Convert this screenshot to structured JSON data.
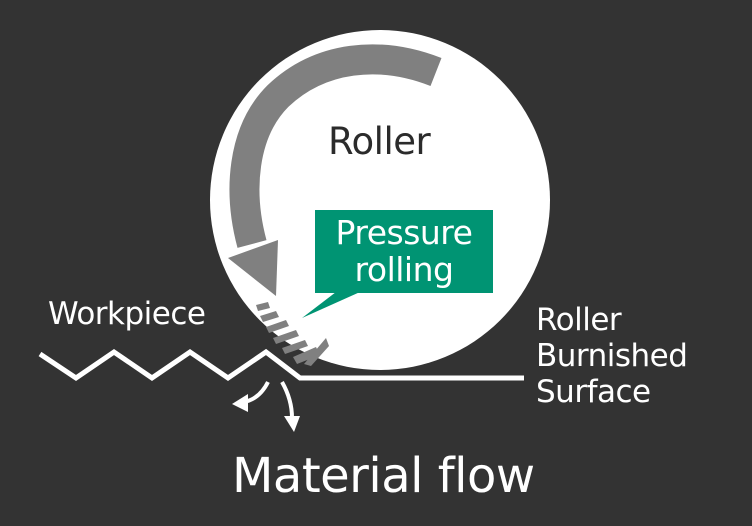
{
  "labels": {
    "roller": "Roller",
    "pressure_line1": "Pressure",
    "pressure_line2": "rolling",
    "workpiece": "Workpiece",
    "surface_line1": "Roller",
    "surface_line2": "Burnished",
    "surface_line3": "Surface",
    "material_flow": "Material flow"
  },
  "colors": {
    "background": "#333333",
    "roller": "#ffffff",
    "rotation_arrow": "#808080",
    "pressure_box": "#009473",
    "text": "#ffffff"
  }
}
